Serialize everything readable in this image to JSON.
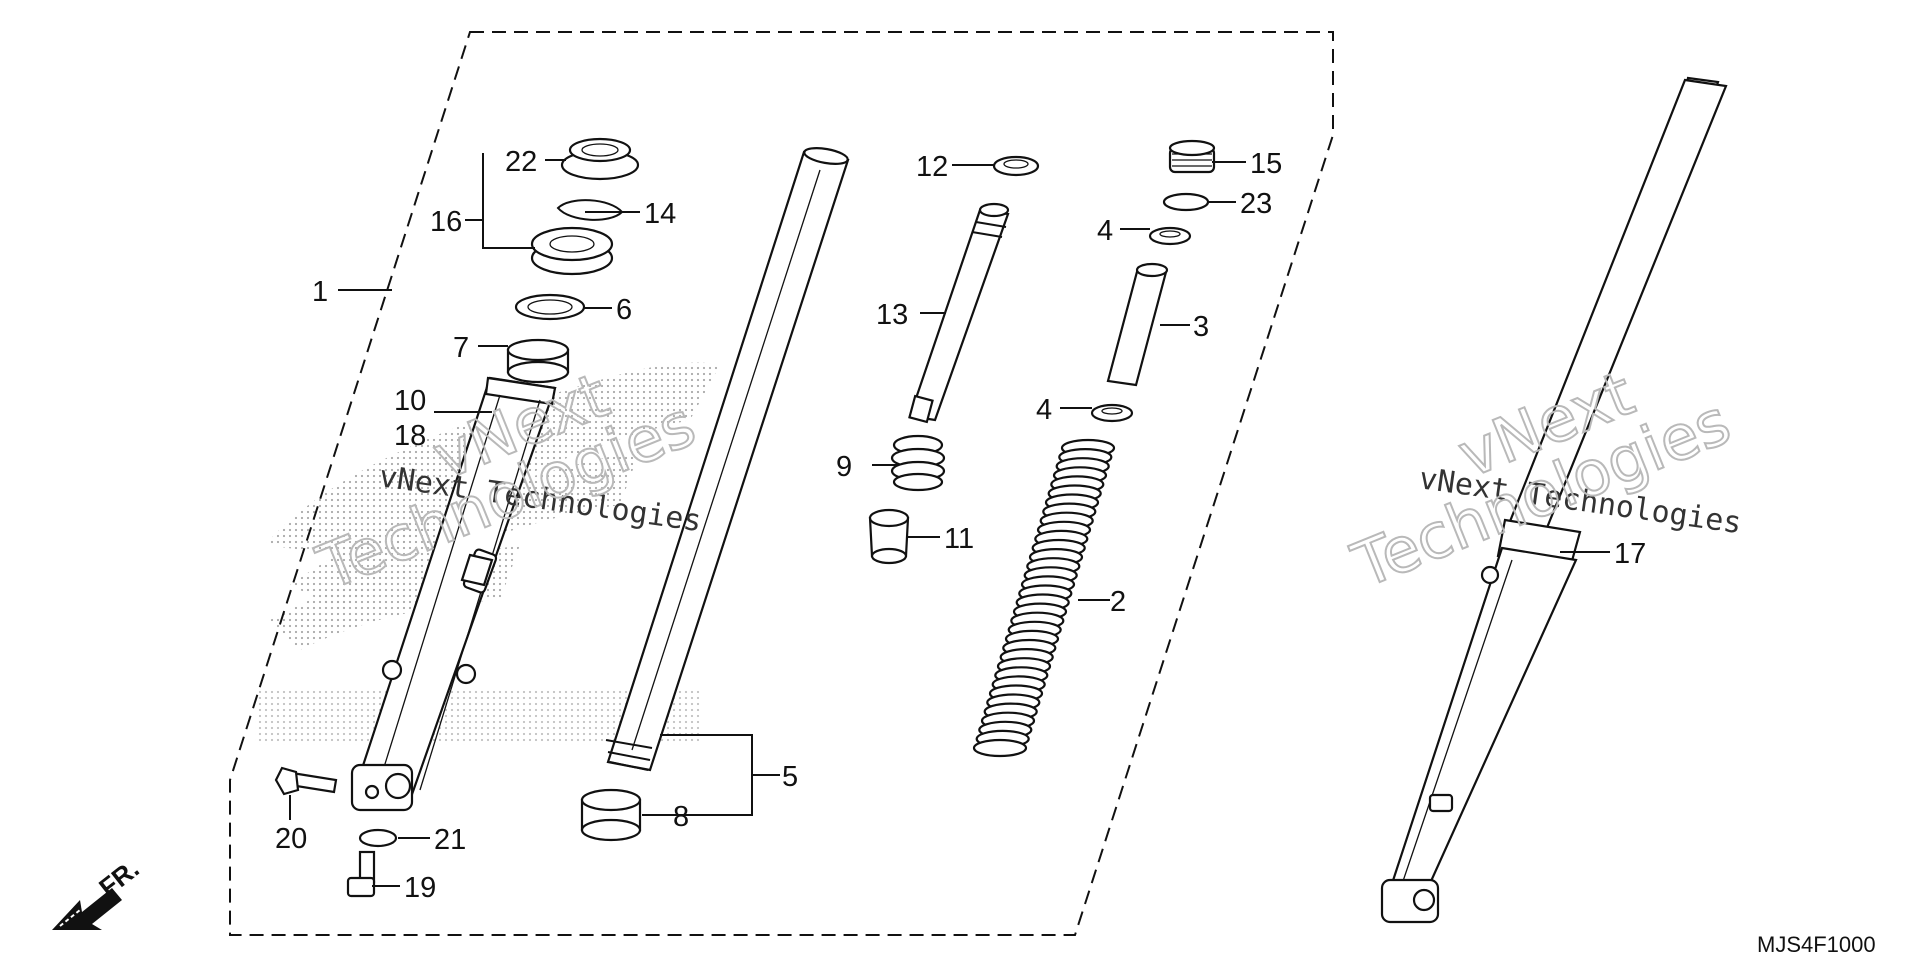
{
  "diagram": {
    "code": "MJS4F1000",
    "direction_label": "FR.",
    "watermark": {
      "line1": "vNext Technologies",
      "outline_a": "vNext",
      "outline_b": "Technologies"
    },
    "callouts": {
      "c1": "1",
      "c2": "2",
      "c3": "3",
      "c4a": "4",
      "c4b": "4",
      "c5": "5",
      "c6": "6",
      "c7": "7",
      "c8": "8",
      "c9": "9",
      "c10": "10",
      "c11": "11",
      "c12": "12",
      "c13": "13",
      "c14": "14",
      "c15": "15",
      "c16": "16",
      "c17": "17",
      "c18": "18",
      "c19": "19",
      "c20": "20",
      "c21": "21",
      "c22": "22",
      "c23": "23"
    },
    "colors": {
      "ink": "#111111",
      "watermark_gray": "#b9b9b9",
      "dots": "#9a9a9a"
    }
  }
}
